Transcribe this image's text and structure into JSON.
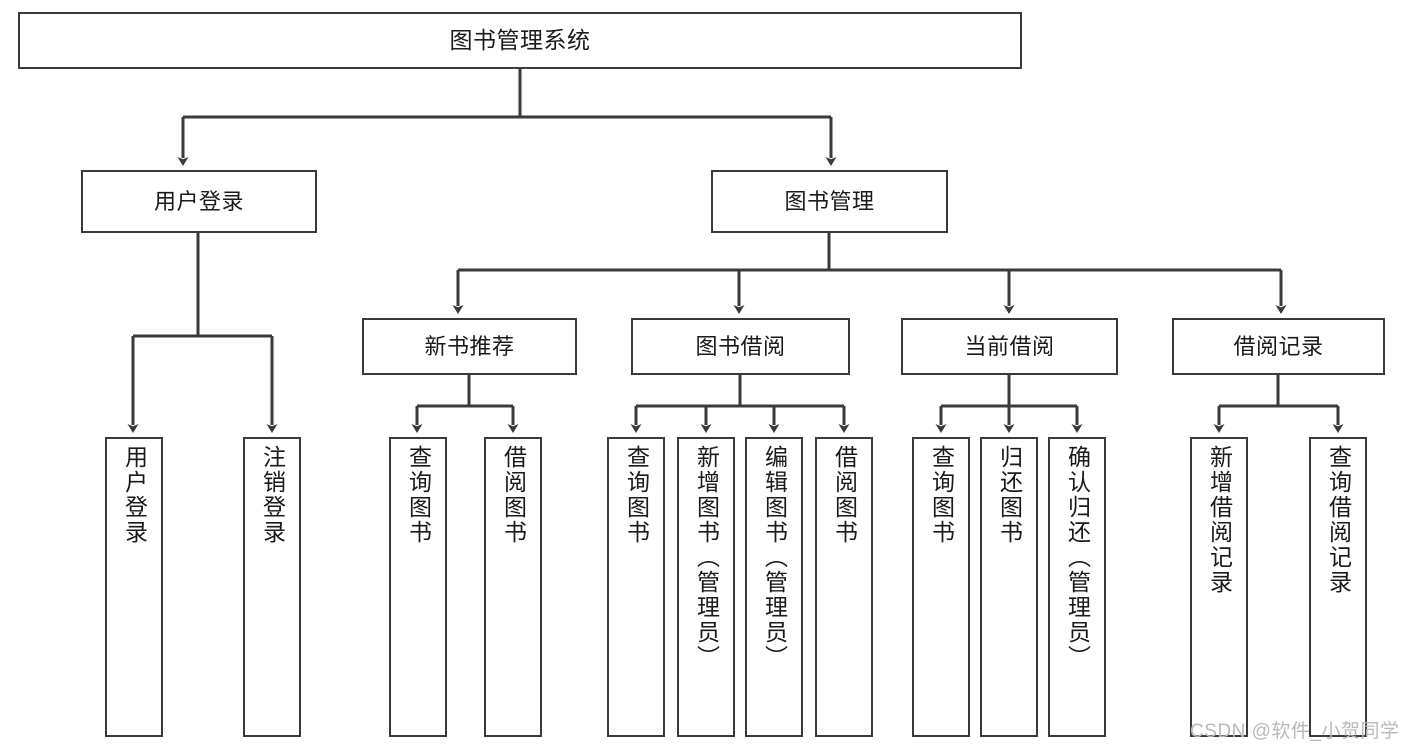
{
  "diagram": {
    "type": "tree-hierarchy",
    "title": "图书管理系统",
    "watermark": "CSDN @软件_小贺同学",
    "colors": {
      "stroke": "#3a3a3a",
      "background": "#ffffff",
      "text": "#1a1a1a",
      "watermark": "#b9b9b9"
    },
    "levels": [
      {
        "level": 1,
        "nodes": [
          {
            "id": "root",
            "label": "图书管理系统",
            "orientation": "horizontal"
          }
        ]
      },
      {
        "level": 2,
        "nodes": [
          {
            "id": "l2-1",
            "label": "用户登录",
            "orientation": "horizontal",
            "parent": "root"
          },
          {
            "id": "l2-2",
            "label": "图书管理",
            "orientation": "horizontal",
            "parent": "root"
          }
        ]
      },
      {
        "level": 3,
        "nodes": [
          {
            "id": "l3-1",
            "label": "新书推荐",
            "orientation": "horizontal",
            "parent": "l2-2"
          },
          {
            "id": "l3-2",
            "label": "图书借阅",
            "orientation": "horizontal",
            "parent": "l2-2"
          },
          {
            "id": "l3-3",
            "label": "当前借阅",
            "orientation": "horizontal",
            "parent": "l2-2"
          },
          {
            "id": "l3-4",
            "label": "借阅记录",
            "orientation": "horizontal",
            "parent": "l2-2"
          }
        ]
      },
      {
        "level": 4,
        "nodes": [
          {
            "id": "leaf-1",
            "label": "用户登录",
            "orientation": "vertical",
            "parent": "l2-1"
          },
          {
            "id": "leaf-2",
            "label": "注销登录",
            "orientation": "vertical",
            "parent": "l2-1"
          },
          {
            "id": "leaf-3",
            "label": "查询图书",
            "orientation": "vertical",
            "parent": "l3-1"
          },
          {
            "id": "leaf-4",
            "label": "借阅图书",
            "orientation": "vertical",
            "parent": "l3-1"
          },
          {
            "id": "leaf-5",
            "label": "查询图书",
            "orientation": "vertical",
            "parent": "l3-2"
          },
          {
            "id": "leaf-6",
            "label": "新增图书（管理员）",
            "orientation": "vertical",
            "parent": "l3-2"
          },
          {
            "id": "leaf-7",
            "label": "编辑图书（管理员）",
            "orientation": "vertical",
            "parent": "l3-2"
          },
          {
            "id": "leaf-8",
            "label": "借阅图书",
            "orientation": "vertical",
            "parent": "l3-2"
          },
          {
            "id": "leaf-9",
            "label": "查询图书",
            "orientation": "vertical",
            "parent": "l3-3"
          },
          {
            "id": "leaf-10",
            "label": "归还图书",
            "orientation": "vertical",
            "parent": "l3-3"
          },
          {
            "id": "leaf-11",
            "label": "确认归还（管理员）",
            "orientation": "vertical",
            "parent": "l3-3"
          },
          {
            "id": "leaf-12",
            "label": "新增借阅记录",
            "orientation": "vertical",
            "parent": "l3-4"
          },
          {
            "id": "leaf-13",
            "label": "查询借阅记录",
            "orientation": "vertical",
            "parent": "l3-4"
          }
        ]
      }
    ]
  }
}
